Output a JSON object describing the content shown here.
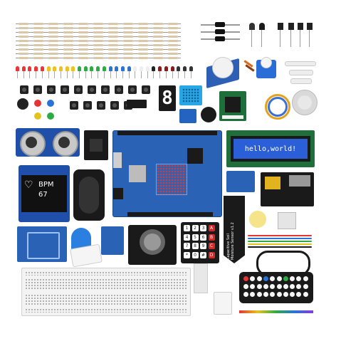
{
  "lcd": {
    "text": "hello,world!"
  },
  "oled": {
    "label": "BPM",
    "value": "67"
  },
  "segment": {
    "digit": "8"
  },
  "keypad": {
    "keys": [
      "1",
      "2",
      "3",
      "A",
      "4",
      "5",
      "6",
      "B",
      "7",
      "8",
      "9",
      "C",
      "*",
      "0",
      "#",
      "D"
    ]
  },
  "soil": {
    "line1": "Capacitive Soil",
    "line2": "Moisture Sensor v1.2"
  },
  "colors": {
    "pcb_blue": "#1f4fa8",
    "lcd_blue": "#2b5fd8",
    "arduino": "#2a62b5",
    "keypad_red": "#d62828",
    "black": "#1a1a1a"
  }
}
